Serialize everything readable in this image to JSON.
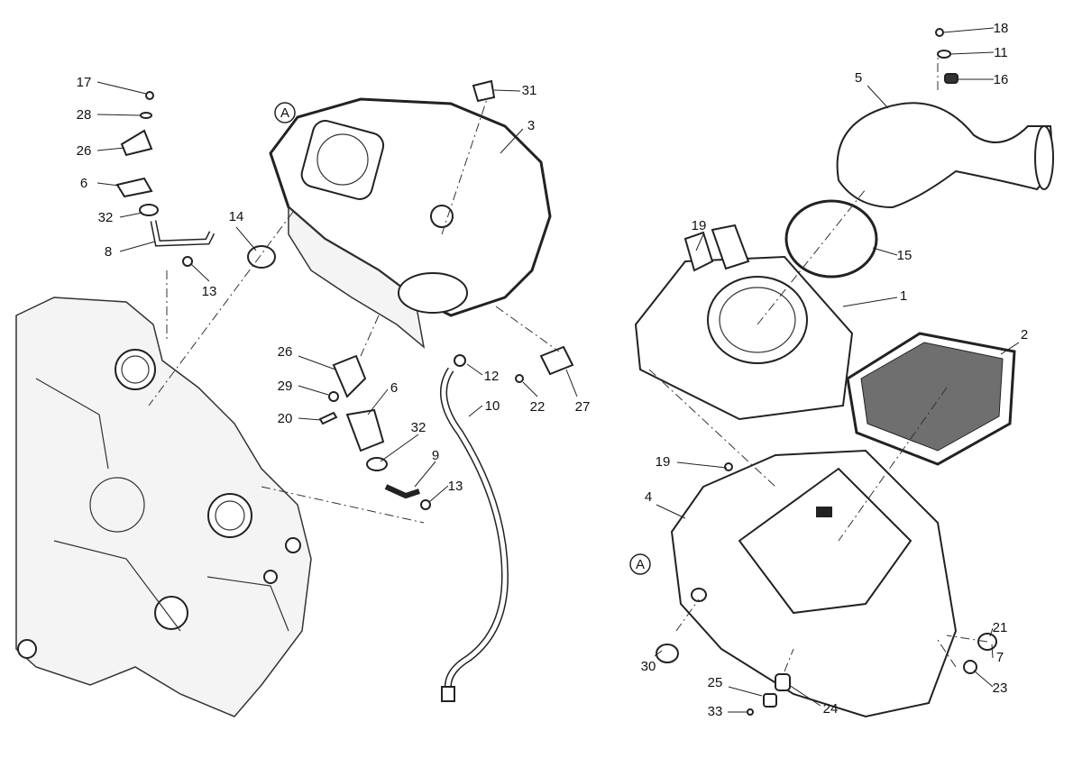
{
  "callouts": [
    "17",
    "28",
    "26",
    "6",
    "32",
    "8",
    "14",
    "13",
    "31",
    "3",
    "26",
    "29",
    "20",
    "6",
    "32",
    "9",
    "13",
    "12",
    "10",
    "22",
    "27",
    "18",
    "11",
    "16",
    "5",
    "19",
    "15",
    "1",
    "2",
    "19",
    "4",
    "30",
    "25",
    "33",
    "24",
    "21",
    "7",
    "23"
  ],
  "reference_marks": [
    "A",
    "A"
  ]
}
